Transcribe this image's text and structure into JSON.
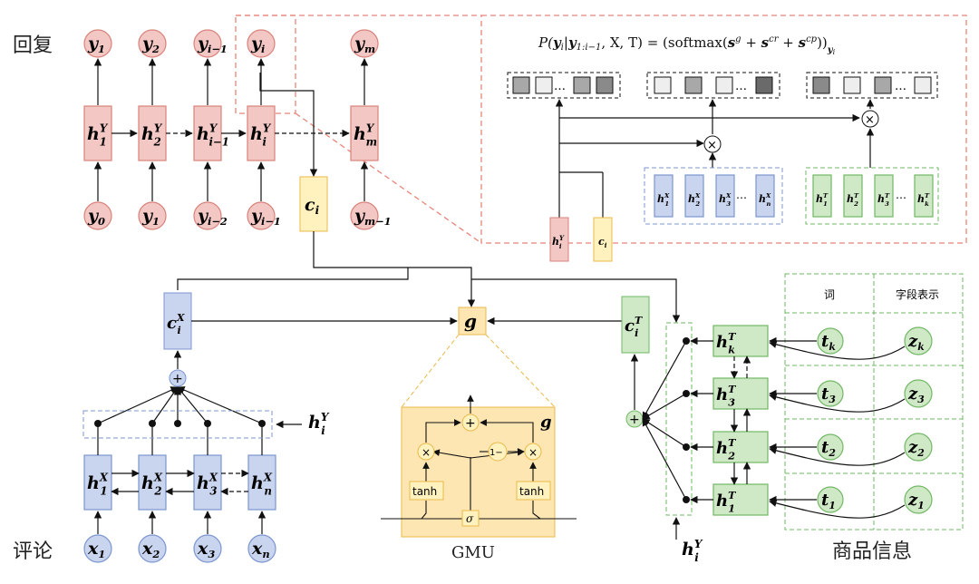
{
  "labels": {
    "reply": "回复",
    "review": "评论",
    "product_info": "商品信息",
    "gmu": "GMU",
    "word": "词",
    "field_repr": "字段表示",
    "tanh": "tanh",
    "one_minus": "1−",
    "sigma": "σ"
  },
  "formula": {
    "p": "P(",
    "y": "y",
    "i": "i",
    "given": "|",
    "y1": "y",
    "range": "1:i−1",
    "rest": ", X, T) = (softmax(",
    "s": "s",
    "g": "g",
    "cr": "cr",
    "cp": "cp",
    "plus": " + ",
    "close": "))",
    "sub": "y",
    "subi": "i"
  },
  "decoder": {
    "outputs": [
      "y",
      "y",
      "y",
      "y",
      "y"
    ],
    "output_subs": [
      "1",
      "2",
      "i−1",
      "i",
      "m"
    ],
    "inputs": [
      "y",
      "y",
      "y",
      "y",
      "y"
    ],
    "input_subs": [
      "0",
      "1",
      "i−2",
      "i−1",
      "m−1"
    ],
    "hidden_base": "h",
    "hidden_sup": "Y",
    "hidden_subs": [
      "1",
      "2",
      "i−1",
      "i",
      "m"
    ]
  },
  "context": {
    "c": "c",
    "sub": "i"
  },
  "encoder_review": {
    "x_base": "x",
    "x_subs": [
      "1",
      "2",
      "3",
      "n"
    ],
    "h_base": "h",
    "h_sup": "X",
    "h_subs": [
      "1",
      "2",
      "3",
      "n"
    ],
    "c_base": "c",
    "c_sup": "X",
    "c_sub": "i"
  },
  "encoder_product": {
    "t_base": "t",
    "z_base": "z",
    "subs": [
      "k",
      "3",
      "2",
      "1"
    ],
    "h_base": "h",
    "h_sup": "T",
    "c_base": "c",
    "c_sup": "T",
    "c_sub": "i"
  },
  "gate": {
    "g": "g"
  },
  "hy": {
    "h": "h",
    "sup": "Y",
    "sub": "i"
  },
  "panel": {
    "hx_subs": [
      "1",
      "2",
      "3",
      "n"
    ],
    "ht_subs": [
      "1",
      "2",
      "3",
      "k"
    ],
    "dots": "⋯"
  },
  "colors": {
    "red_fill": "#f2c7c4",
    "red_stroke": "#d9827b",
    "blue_fill": "#c9d4ef",
    "blue_stroke": "#7c95cf",
    "green_fill": "#cfe8c6",
    "green_stroke": "#72b865",
    "yellow_fill": "#fff2bf",
    "yellow_stroke": "#e9b94a",
    "gmu_bg": "#fde6b2"
  }
}
